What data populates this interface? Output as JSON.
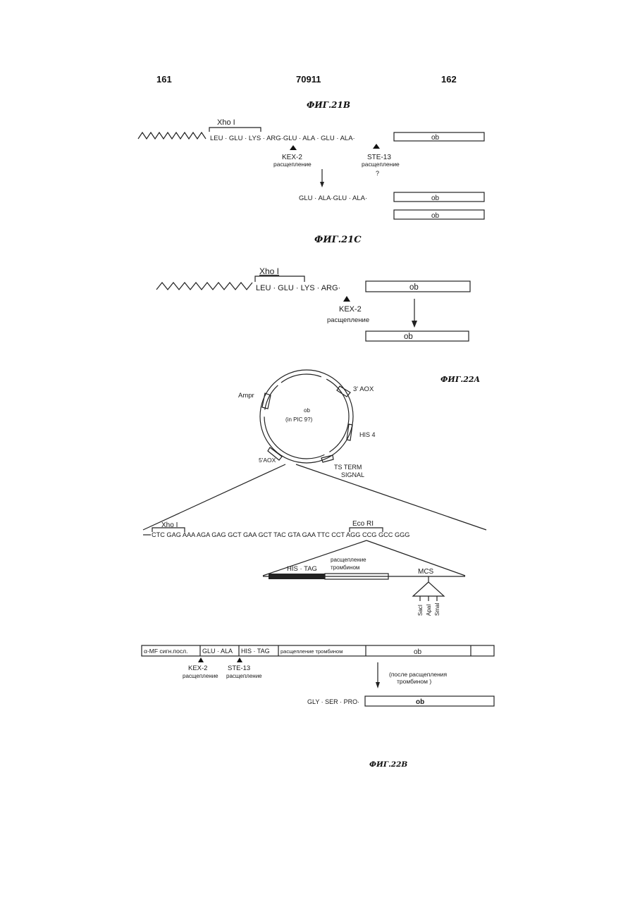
{
  "header": {
    "left_page": "161",
    "patent_number": "70911",
    "right_page": "162"
  },
  "fig21b": {
    "title": "ФИГ.21B",
    "xho_label": "Xho I",
    "seq_main": "LEU · GLU · LYS · ARG·GLU · ALA · GLU · ALA·",
    "ob": "ob",
    "kex_label": "KEX-2",
    "kex_sub": "расщепление",
    "ste_label": "STE-13",
    "ste_sub": "расщепление",
    "question": "?",
    "seq_product": "GLU · ALA·GLU · ALA·",
    "ob2": "ob",
    "ob3": "ob"
  },
  "fig21c": {
    "title": "ФИГ.21C",
    "xho_label": "Xho I",
    "seq_main": "LEU · GLU · LYS · ARG·",
    "ob": "ob",
    "kex_label": "KEX-2",
    "kex_sub": "расщепление",
    "ob2": "ob"
  },
  "fig22a": {
    "title": "ФИГ.22A",
    "amp": "Ampr",
    "aox3": "3' AOX",
    "plasmid_line1": "ob",
    "plasmid_line2": "(in PIC 9?)",
    "his4": "HIS 4",
    "aox5": "5'AOX",
    "ts_term": "TS TERM",
    "signal": "SIGNAL",
    "xho_label": "Xho I",
    "eco_label": "Eco RI",
    "dna_seq": "CTC GAG AAA AGA GAG GCT GAA GCT TAC GTA GAA TTC CCT AGG CCG GCC GGG",
    "his_tag": "HIS · TAG",
    "thrombin_l1": "расщепление",
    "thrombin_l2": "тромбином",
    "mcs": "MCS",
    "sites": [
      "SacI",
      "ApaI",
      "SmaI"
    ]
  },
  "fig22b": {
    "title": "ФИГ.22B",
    "seg_signal": "α-MF сигн.посл.",
    "seg_glu": "GLU · ALA",
    "seg_his": "HIS · TAG",
    "seg_thr": "расщепление тромбином",
    "seg_ob": "ob",
    "kex_label": "KEX-2",
    "kex_sub": "расщепление",
    "ste_label": "STE-13",
    "ste_sub": "расщепление",
    "after_l1": "(после расщепления",
    "after_l2": "тромбином )",
    "product": "GLY · SER · PRO·",
    "product_ob": "ob"
  }
}
